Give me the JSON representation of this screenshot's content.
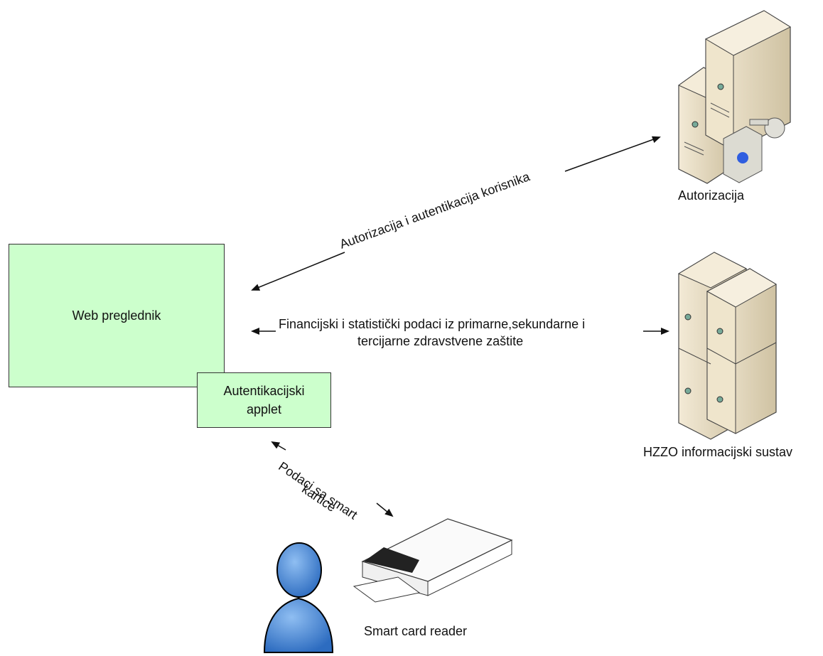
{
  "nodes": {
    "web_browser": "Web preglednik",
    "auth_applet_line1": "Autentikacijski",
    "auth_applet_line2": "applet",
    "auth_server": "Autorizacija",
    "hzzo_system": "HZZO informacijski sustav",
    "card_reader": "Smart card reader"
  },
  "edges": {
    "auth_link": "Autorizacija i autentikacija korisnika",
    "data_link_line1": "Financijski i statistički podaci iz primarne,sekundarne i",
    "data_link_line2": "tercijarne zdravstvene zaštite",
    "card_link_line1": "Podaci sa smart",
    "card_link_line2": "kartice"
  },
  "colors": {
    "box_fill": "#ccffcc",
    "server_tan": "#e8dcc0",
    "user_blue": "#3b7fd0"
  }
}
